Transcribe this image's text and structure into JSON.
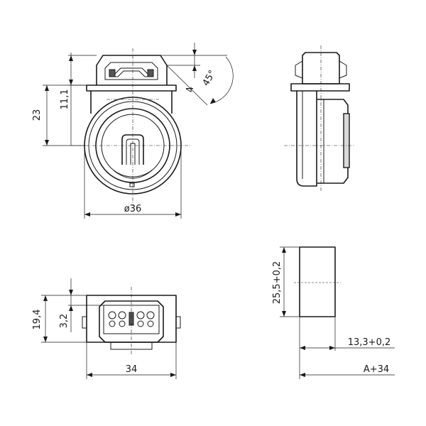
{
  "front_view": {
    "dim_height": "23",
    "dim_upper": "11,1",
    "dim_diameter": "ø36",
    "dim_offset": "4",
    "dim_angle": "45°"
  },
  "bottom_view": {
    "dim_height": "19,4",
    "dim_inner": "3,2",
    "dim_width": "34"
  },
  "mount_view": {
    "dim_height": "25,5+0,2",
    "dim_depth": "13,3+0,2",
    "dim_total": "A+34"
  }
}
